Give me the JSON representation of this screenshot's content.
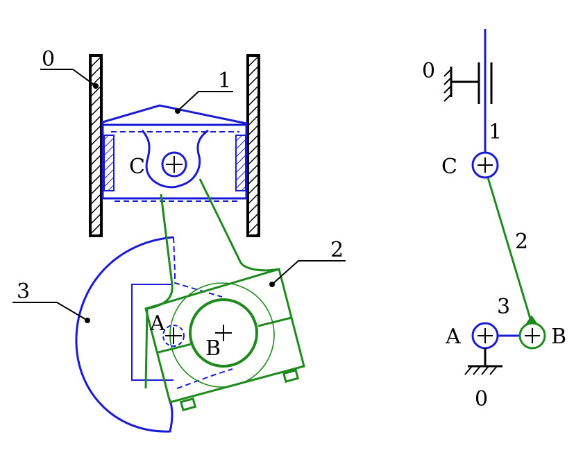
{
  "colors": {
    "body_blue": "#1a1ad6",
    "link_green": "#1e8a1e",
    "frame_black": "#000000",
    "background": "#ffffff"
  },
  "left_view": {
    "part_labels": {
      "frame": "0",
      "piston": "1",
      "connecting_rod": "2",
      "eccentric": "3"
    },
    "joint_labels": {
      "piston_pin": "C",
      "eccentric_center": "A",
      "crank_center": "B"
    }
  },
  "right_view": {
    "part_labels": {
      "frame_top": "0",
      "slider": "1",
      "rod": "2",
      "crank": "3",
      "frame_bottom": "0"
    },
    "joint_labels": {
      "c": "C",
      "a": "A",
      "b": "B"
    }
  }
}
